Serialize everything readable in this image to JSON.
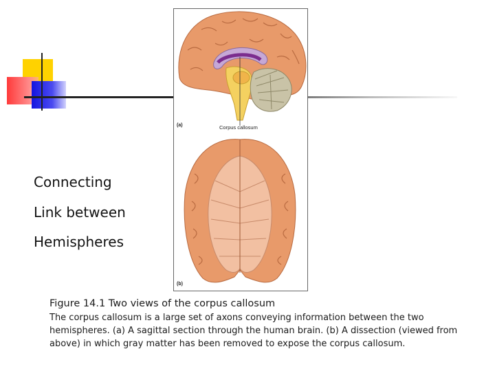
{
  "side_text": {
    "lines": [
      "Connecting",
      "Link between",
      "Hemispheres"
    ]
  },
  "figure": {
    "label_a": "(a)",
    "label_b": "(b)",
    "pointer_label": "Corpus callosum"
  },
  "caption": {
    "title": "Figure 14.1  Two views of the corpus callosum",
    "body": "The corpus callosum is a large set of axons conveying information between the two hemispheres. (a) A sagittal section through the human brain. (b) A dissection (viewed from above) in which gray matter has been removed to expose the corpus callosum."
  },
  "colors": {
    "cortex": "#e89a6a",
    "corpus_callosum": "#c6a8d6",
    "brainstem": "#f4d160",
    "cerebellum": "#c9c3a7",
    "accent_yellow": "#ffd200",
    "accent_red": "#ff3a3a",
    "accent_blue": "#1414e0"
  }
}
